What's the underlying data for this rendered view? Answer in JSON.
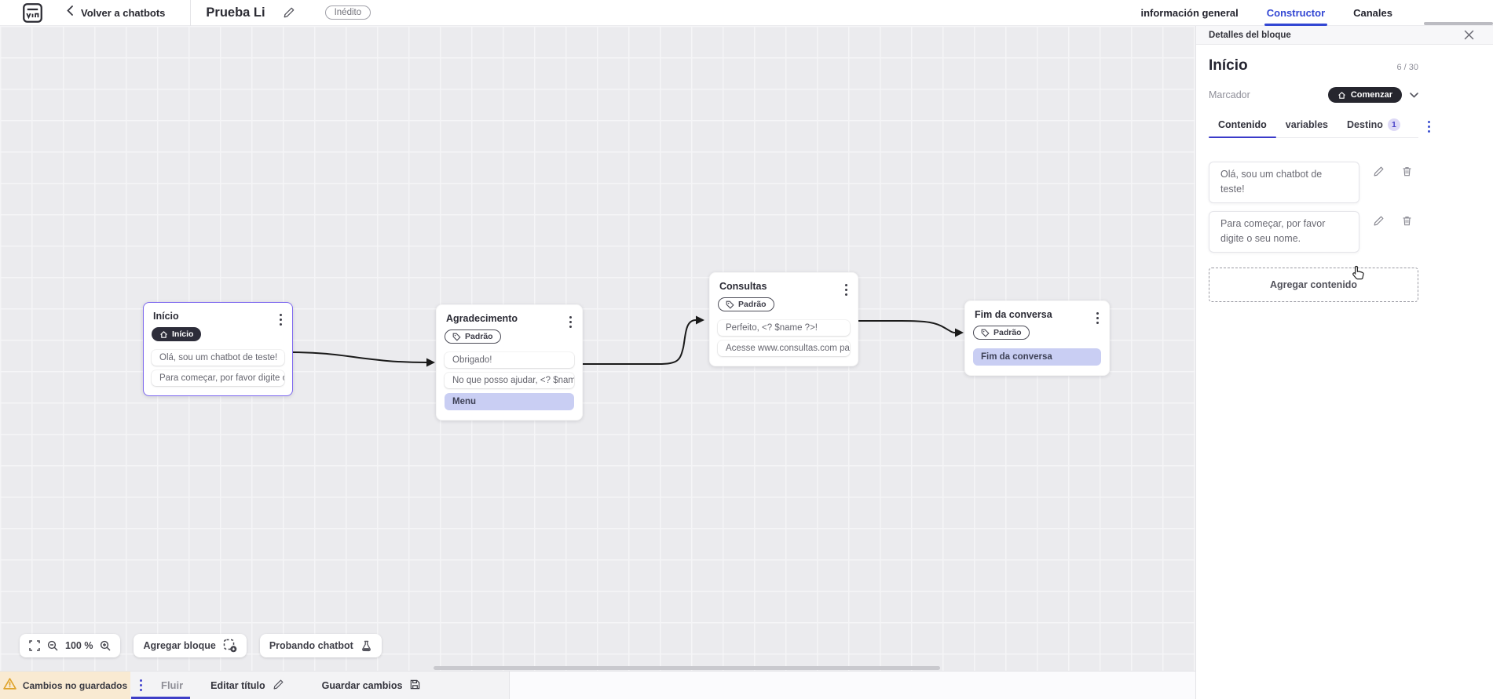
{
  "header": {
    "back_label": "Volver a chatbots",
    "title": "Prueba Li",
    "status_badge": "Inédito",
    "tabs": [
      {
        "label": "información general",
        "active": false
      },
      {
        "label": "Constructor",
        "active": true
      },
      {
        "label": "Canales",
        "active": false
      }
    ]
  },
  "panel": {
    "header_label": "Detalles del bloque",
    "block_title": "Início",
    "char_counter": "6 / 30",
    "marker_label": "Marcador",
    "marker_value": "Comenzar",
    "tabs": [
      {
        "label": "Contenido",
        "active": true
      },
      {
        "label": "variables",
        "active": false
      },
      {
        "label": "Destino",
        "active": false,
        "badge": "1"
      }
    ],
    "contents": [
      "Olá, sou um chatbot de teste!",
      "Para começar, por favor digite o seu nome."
    ],
    "add_content_label": "Agregar contenido"
  },
  "canvas": {
    "blocks": [
      {
        "title": "Início",
        "badge_label": "Início",
        "badge_style": "dark",
        "selected": true,
        "items": [
          {
            "text": "Olá, sou um chatbot de teste!",
            "type": "message"
          },
          {
            "text": "Para começar, por favor digite o ...",
            "type": "message"
          }
        ]
      },
      {
        "title": "Agradecimento",
        "badge_label": "Padrão",
        "badge_style": "outline",
        "items": [
          {
            "text": "Obrigado!",
            "type": "message"
          },
          {
            "text": "No que posso ajudar, <? $name ...",
            "type": "message"
          },
          {
            "text": "Menu",
            "type": "action"
          }
        ]
      },
      {
        "title": "Consultas",
        "badge_label": "Padrão",
        "badge_style": "outline",
        "items": [
          {
            "text": "Perfeito, <? $name ?>!",
            "type": "message"
          },
          {
            "text": "Acesse www.consultas.com par...",
            "type": "message"
          }
        ]
      },
      {
        "title": "Fim da conversa",
        "badge_label": "Padrão",
        "badge_style": "outline",
        "items": [
          {
            "text": "Fim da conversa",
            "type": "action"
          }
        ]
      }
    ]
  },
  "toolbar": {
    "zoom_level": "100 %",
    "add_block_label": "Agregar bloque",
    "test_chatbot_label": "Probando chatbot"
  },
  "footer": {
    "warning": "Cambios no guardados",
    "flow_tab": "Fluir",
    "edit_title_label": "Editar título",
    "save_label": "Guardar cambios"
  },
  "icons": {
    "logo": "brand-mark",
    "back": "chevron-left",
    "edit": "pencil",
    "delete": "trash",
    "close": "close-x",
    "marker": "home",
    "category": "tag",
    "expand": "chevron-down",
    "fullscreen": "fullscreen-corners",
    "zoom_out": "magnifier-minus",
    "zoom_in": "magnifier-plus",
    "add_block": "dashed-square-plus",
    "test": "flask",
    "warning": "warning-triangle",
    "save": "floppy-disk",
    "menu": "kebab-dots"
  },
  "colors": {
    "accent_blue": "#3246d3",
    "selection_purple": "#7e69ef",
    "action_lavender": "#c9cef3",
    "dark_pill": "#2d2d3a",
    "warning_bg": "#f9ead2",
    "warning_icon": "#dfa32b",
    "canvas_bg": "#ebebee",
    "tab_underline": "#3d3dc7"
  }
}
